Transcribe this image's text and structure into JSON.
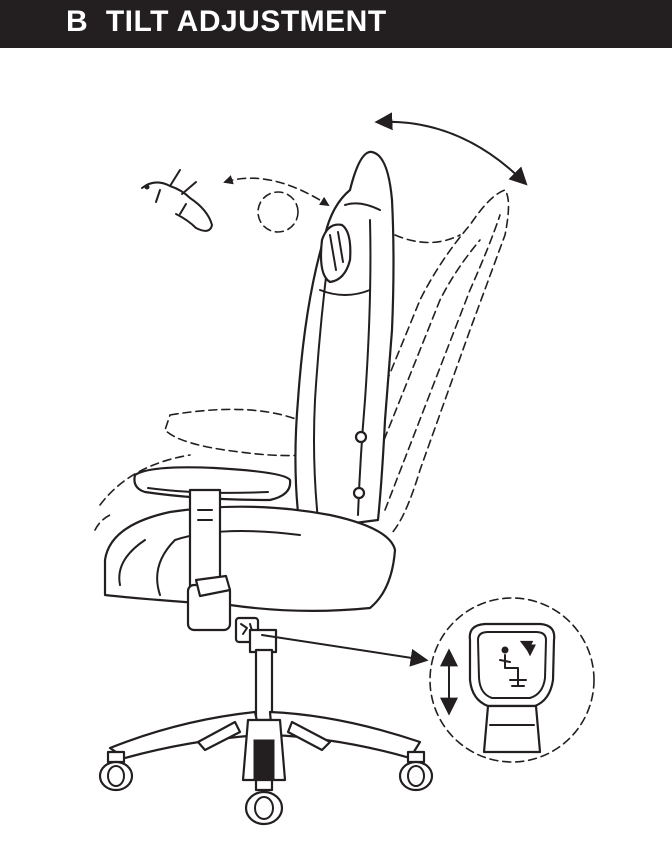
{
  "header": {
    "section_letter": "B",
    "title": "TILT ADJUSTMENT",
    "background_color": "#231f20",
    "text_color": "#ffffff"
  },
  "icons": {
    "backrest_arc_arrow": "double-headed-arc-arrow",
    "lever_motion_arrow": "up-down-arrow",
    "tilt_symbol": "reclining-figure-icon",
    "lever_callout": "magnified-lever-detail"
  }
}
